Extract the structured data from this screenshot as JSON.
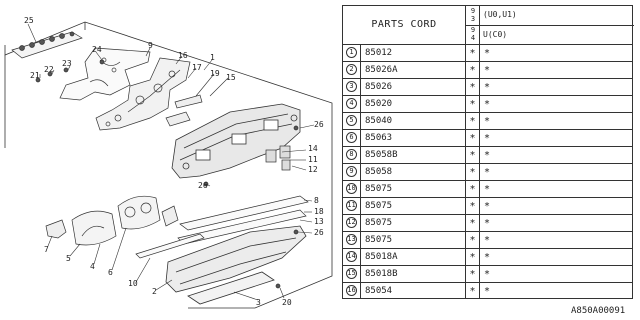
{
  "table": {
    "header_title": "PARTS CORD",
    "year_top": [
      "9",
      "3"
    ],
    "year_bottom": [
      "9",
      "4"
    ],
    "col1_label": "(U0,U1)",
    "col2_label": "U(C0)",
    "rows": [
      {
        "num": "1",
        "code": "85012",
        "m1": "*",
        "m2": "*"
      },
      {
        "num": "2",
        "code": "85026A",
        "m1": "*",
        "m2": "*"
      },
      {
        "num": "3",
        "code": "85026",
        "m1": "*",
        "m2": "*"
      },
      {
        "num": "4",
        "code": "85020",
        "m1": "*",
        "m2": "*"
      },
      {
        "num": "5",
        "code": "85040",
        "m1": "*",
        "m2": "*"
      },
      {
        "num": "6",
        "code": "85063",
        "m1": "*",
        "m2": "*"
      },
      {
        "num": "8",
        "code": "85058B",
        "m1": "*",
        "m2": "*"
      },
      {
        "num": "9",
        "code": "85058",
        "m1": "*",
        "m2": "*"
      },
      {
        "num": "10",
        "code": "85075",
        "m1": "*",
        "m2": "*"
      },
      {
        "num": "11",
        "code": "85075",
        "m1": "*",
        "m2": "*"
      },
      {
        "num": "12",
        "code": "85075",
        "m1": "*",
        "m2": "*"
      },
      {
        "num": "13",
        "code": "85075",
        "m1": "*",
        "m2": "*"
      },
      {
        "num": "14",
        "code": "85018A",
        "m1": "*",
        "m2": "*"
      },
      {
        "num": "15",
        "code": "85018B",
        "m1": "*",
        "m2": "*"
      },
      {
        "num": "16",
        "code": "85054",
        "m1": "*",
        "m2": "*"
      }
    ]
  },
  "callouts": [
    "25",
    "24",
    "9",
    "16",
    "17",
    "1",
    "21",
    "22",
    "23",
    "19",
    "15",
    "26",
    "14",
    "11",
    "12",
    "26",
    "8",
    "18",
    "13",
    "26",
    "7",
    "5",
    "4",
    "6",
    "10",
    "2",
    "3",
    "20"
  ],
  "footer_code": "A850A00091"
}
